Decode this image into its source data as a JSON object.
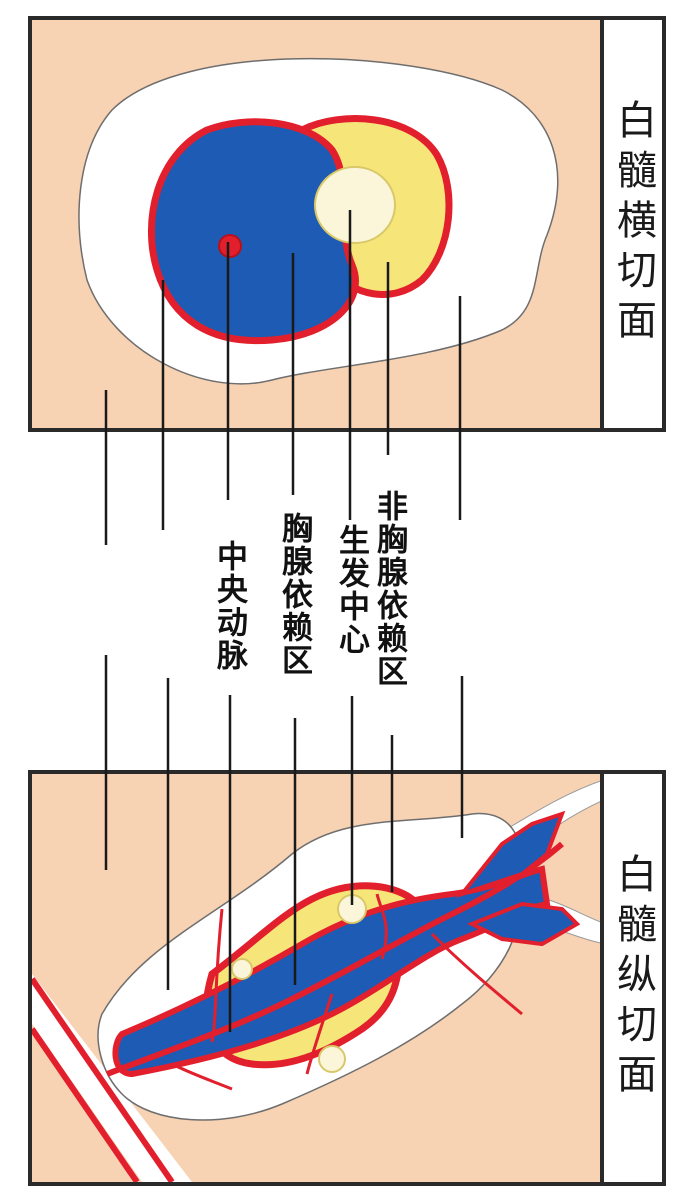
{
  "panels": {
    "top": {
      "title": "白髓横切面"
    },
    "bottom": {
      "title": "白髓纵切面"
    }
  },
  "labels": {
    "central_artery": "中央动脉",
    "thymus_dependent": "胸腺依赖区",
    "germinal_center": "生发中心",
    "non_thymus_dependent": "非胸腺依赖区"
  },
  "colors": {
    "background": "#f7d2b3",
    "marginal_zone": "#ffffff",
    "thymus_dependent_zone": "#1e5bb4",
    "non_thymus_dependent_zone": "#f6e67a",
    "germinal_center": "#fbf6d9",
    "artery": "#e21f2c"
  }
}
